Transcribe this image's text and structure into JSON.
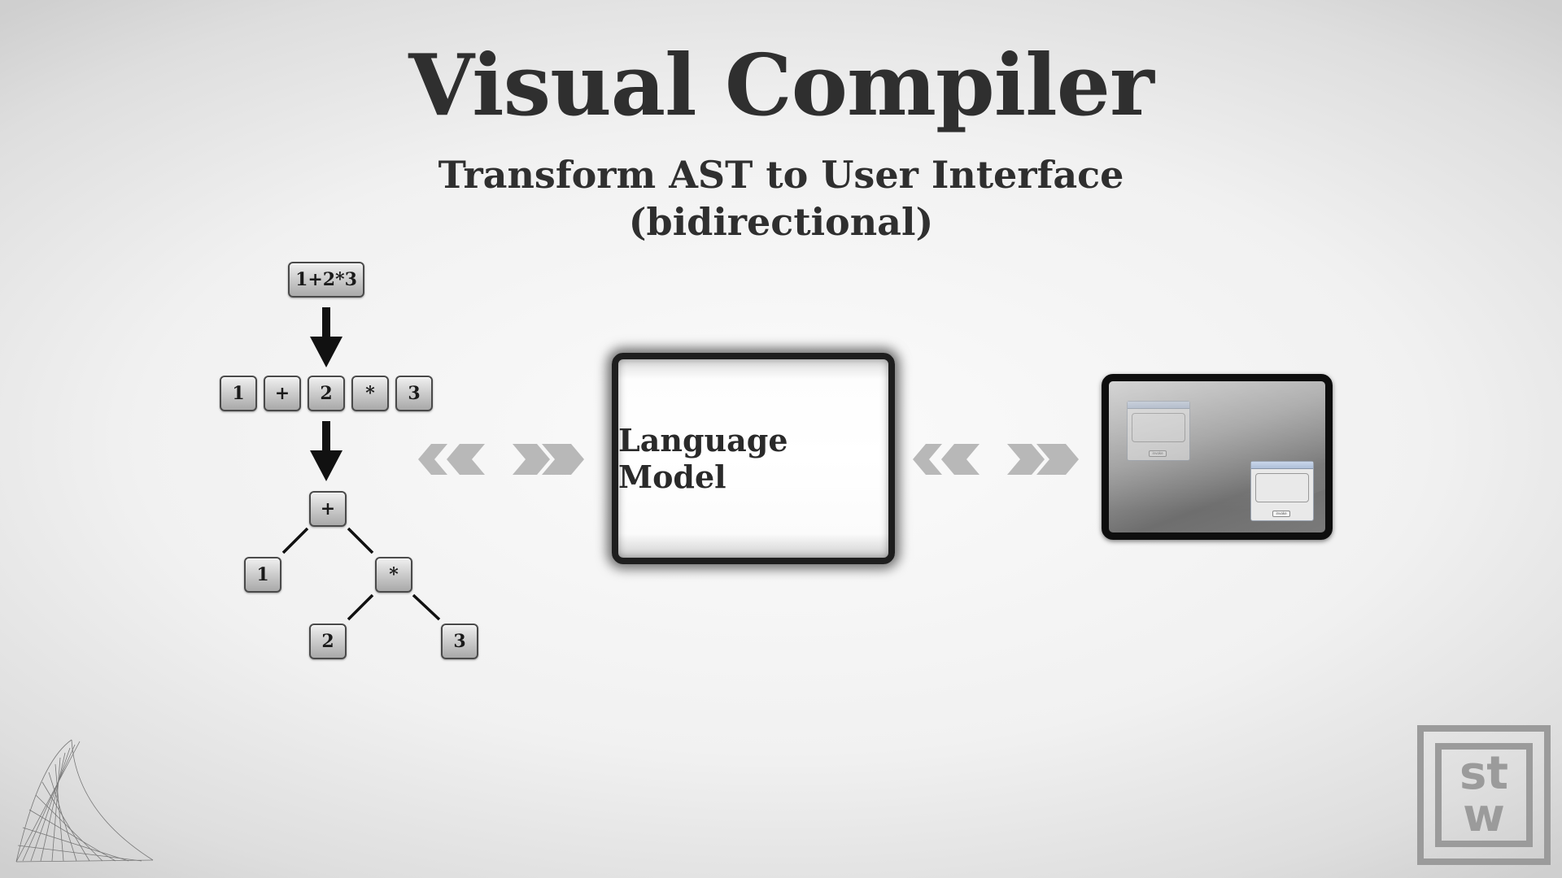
{
  "title": "Visual Compiler",
  "subtitle": {
    "line1": "Transform AST to User Interface",
    "line2": "(bidirectional)"
  },
  "expression": "1+2*3",
  "tokens": [
    "1",
    "+",
    "2",
    "*",
    "3"
  ],
  "ast": {
    "root": "+",
    "left": "1",
    "mul": "*",
    "mul_left": "2",
    "mul_right": "3"
  },
  "language_model": {
    "label": "Language Model"
  },
  "ui_mockup": {
    "window1": {
      "button": "invoke"
    },
    "window2": {
      "button": "invoke"
    }
  },
  "logo": {
    "text_top": "st",
    "text_bottom": "w"
  },
  "colors": {
    "arrow": "#111111",
    "bidirectional_arrow": "#b8b8b8",
    "logo": "#9b9b9b"
  }
}
